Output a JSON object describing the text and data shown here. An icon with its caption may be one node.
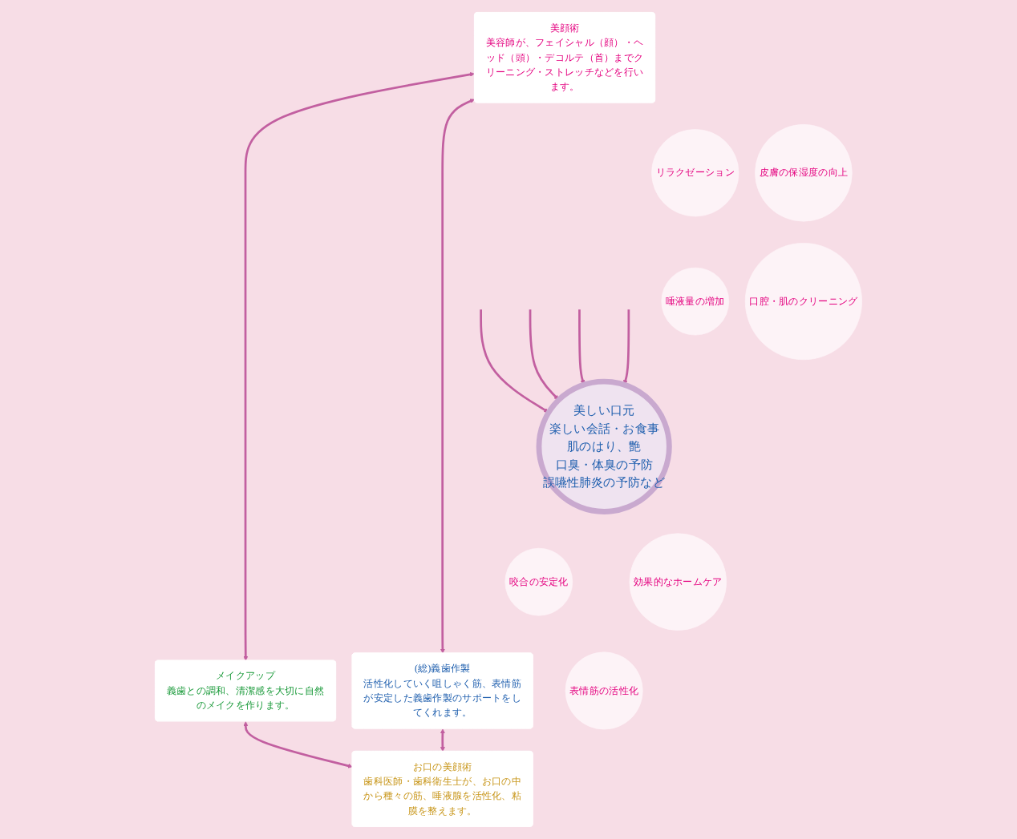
{
  "diagram": {
    "nodes": [
      {
        "text": [
          "美顔術",
          "美容師が、フェイシャル（顔）・ヘッド（頭）・デコルテ（首）までクリーニング・ストレッチなどを行います。"
        ]
      },
      {
        "text": [
          "メイクアップ",
          "義歯との調和、清潔感を大切に自然のメイクを作ります。"
        ]
      },
      {
        "text": [
          "(総)義歯作製",
          "活性化していく咀しゃく筋、表情筋が安定した義歯作製のサポートをしてくれます。"
        ]
      },
      {
        "text": [
          "美しい口元",
          "楽しい会話・お食事",
          "肌のはり、艶",
          "口臭・体臭の予防",
          "誤嚥性肺炎の予防など"
        ]
      },
      {
        "text": [
          "リラクゼーション"
        ]
      },
      {
        "text": [
          "皮膚の保湿度の向上"
        ]
      },
      {
        "text": [
          "唾液量の増加"
        ]
      },
      {
        "text": [
          "口腔・肌のクリーニング"
        ]
      },
      {
        "text": [
          "咬合の安定化"
        ]
      },
      {
        "text": [
          "効果的なホームケア"
        ]
      },
      {
        "text": [
          "表情筋の活性化"
        ]
      },
      {
        "text": [
          "お口の美顔術",
          "歯科医師・歯科衛生士が、お口の中から種々の筋、唾液腺を活性化、粘膜を整えます。"
        ]
      }
    ],
    "edges": [
      {
        "from": 0,
        "to": 1,
        "arrow": "both"
      },
      {
        "from": 0,
        "to": 2,
        "arrow": "both"
      },
      {
        "from": null,
        "to": 3,
        "arrow": "to"
      },
      {
        "from": null,
        "to": 3,
        "arrow": "to"
      },
      {
        "from": null,
        "to": 3,
        "arrow": "to"
      },
      {
        "from": null,
        "to": 3,
        "arrow": "to"
      },
      {
        "from": 1,
        "to": 11,
        "arrow": "both"
      },
      {
        "from": 2,
        "to": 11,
        "arrow": "both"
      }
    ]
  }
}
